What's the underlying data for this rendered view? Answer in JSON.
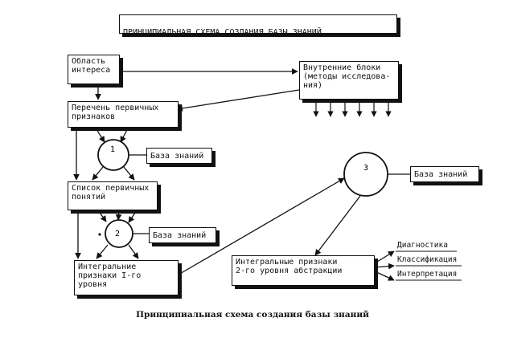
{
  "diagram": {
    "title": "ПРИНЦИПИАЛЬНАЯ СХЕМА СОЗДАНИЯ БАЗЫ ЗНАНИЙ",
    "caption": "Принципиальная схема создания базы знаний",
    "boxes": {
      "area": "Область\nинтереса",
      "internal": "Внутренние блоки\n(методы исследова-\nния)",
      "primary_list": "Перечень первичных\nпризнаков",
      "concepts": "Список первичных\nпонятий",
      "integral1": "Интегральние\nпризнаки I-го\nуровня",
      "integral2": "Интегральные признаки\n2-го уровня абстракции"
    },
    "knowledge_base": {
      "kb1": "База знаний",
      "kb2": "База знаний",
      "kb3": "База знаний"
    },
    "nodes": {
      "n1": "1",
      "n2": "2",
      "n3": "3"
    },
    "outputs": [
      "Диагностика",
      "Классификация",
      "Интерпретация"
    ]
  }
}
